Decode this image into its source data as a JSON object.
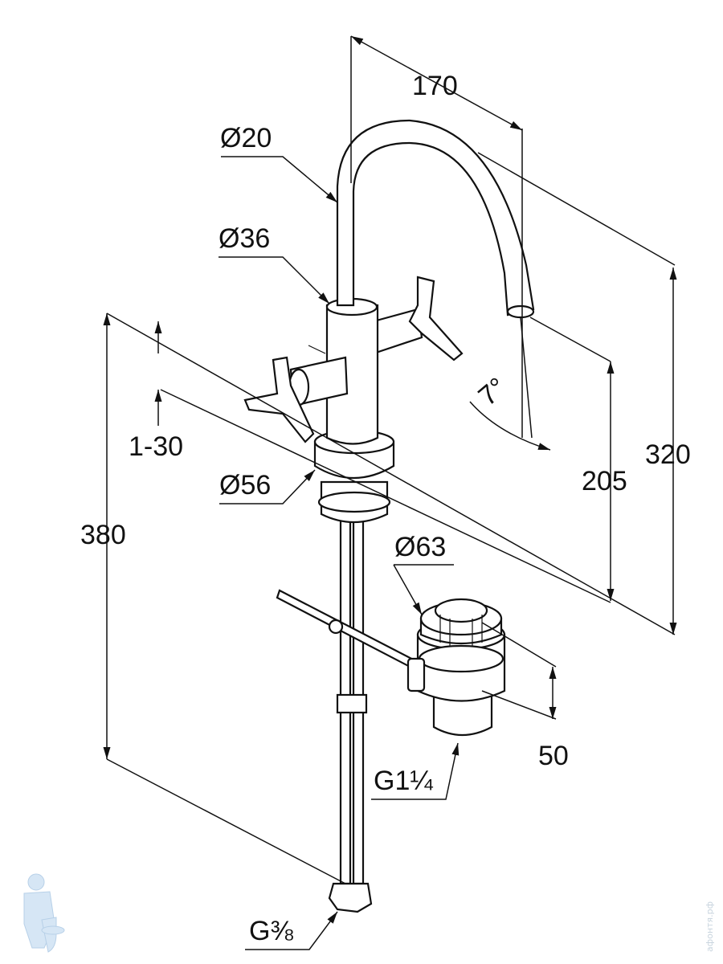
{
  "labels": {
    "reach": "170",
    "spout_diameter": "Ø20",
    "body_diameter": "Ø36",
    "deck_thickness": "1-30",
    "base_diameter": "Ø56",
    "total_height": "380",
    "spout_angle": "7°",
    "outlet_height": "205",
    "spout_height": "320",
    "drain_diameter": "Ø63",
    "drain_height": "50",
    "drain_thread": "G1¼",
    "hose_thread": "G⅜"
  },
  "watermark": {
    "text": "афонтя.рф"
  },
  "colors": {
    "line": "#111111",
    "watermark": "#c8d4de"
  }
}
